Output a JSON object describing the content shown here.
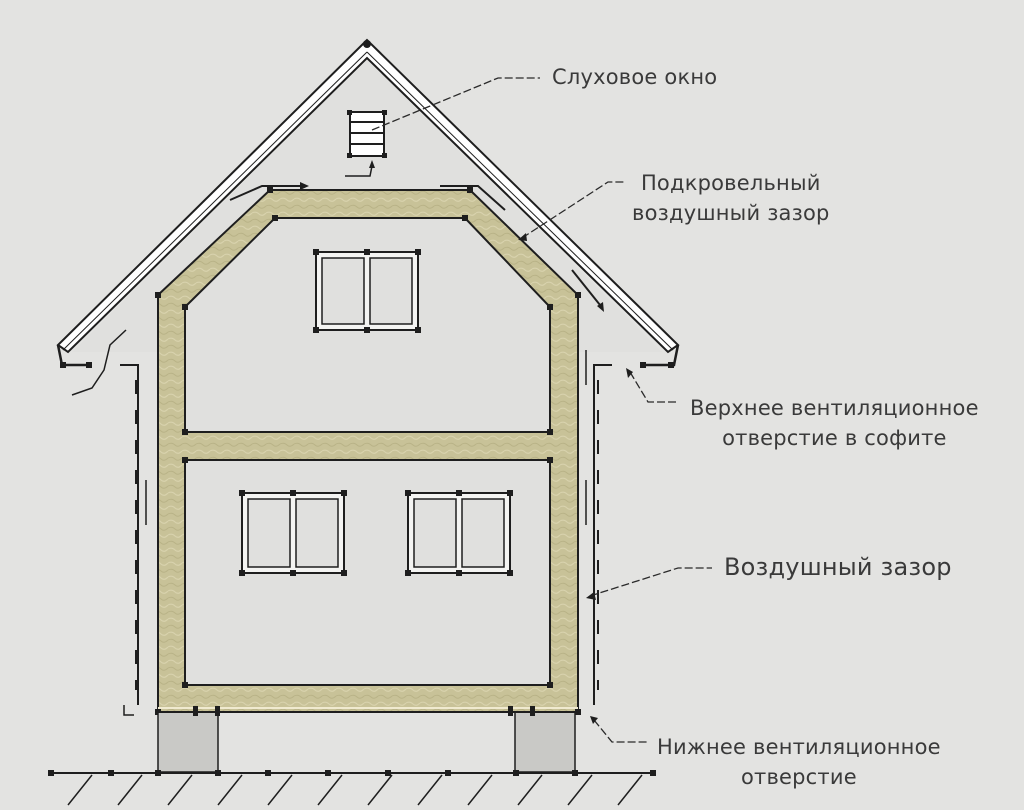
{
  "labels": {
    "dormer": "Слуховое окно",
    "roof_gap_1": "Подкровельный",
    "roof_gap_2": "воздушный зазор",
    "upper_vent_1": "Верхнее вентиляционное",
    "upper_vent_2": "отверстие в софите",
    "air_gap": "Воздушный зазор",
    "lower_vent_1": "Нижнее вентиляционное",
    "lower_vent_2": "отверстие"
  },
  "colors": {
    "background": "#e3e3e1",
    "insulation": "#c8c298",
    "insulation_light": "#ddd7b2",
    "wall_fill": "#e0e0de",
    "outline": "#1e1e1e",
    "foundation": "#c9c9c6",
    "text": "#3a3a3a"
  }
}
